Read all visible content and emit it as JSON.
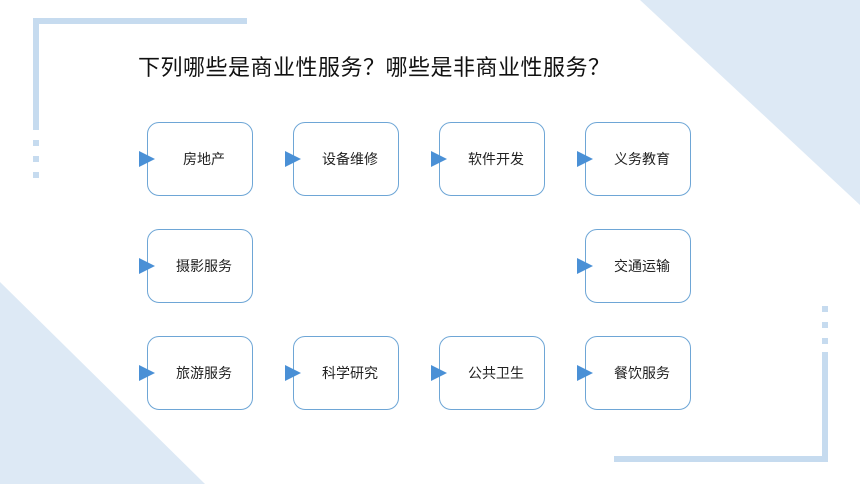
{
  "title": "下列哪些是商业性服务？哪些是非商业性服务？",
  "items": [
    {
      "label": "房地产"
    },
    {
      "label": "设备维修"
    },
    {
      "label": "软件开发"
    },
    {
      "label": "义务教育"
    },
    {
      "label": "摄影服务"
    },
    {
      "label": "交通运输"
    },
    {
      "label": "旅游服务"
    },
    {
      "label": "科学研究"
    },
    {
      "label": "公共卫生"
    },
    {
      "label": "餐饮服务"
    }
  ],
  "colors": {
    "accent": "#4a90d6",
    "border": "#6ea6d6",
    "decor": "#c6dbef",
    "bg_triangle": "#dde9f5"
  }
}
